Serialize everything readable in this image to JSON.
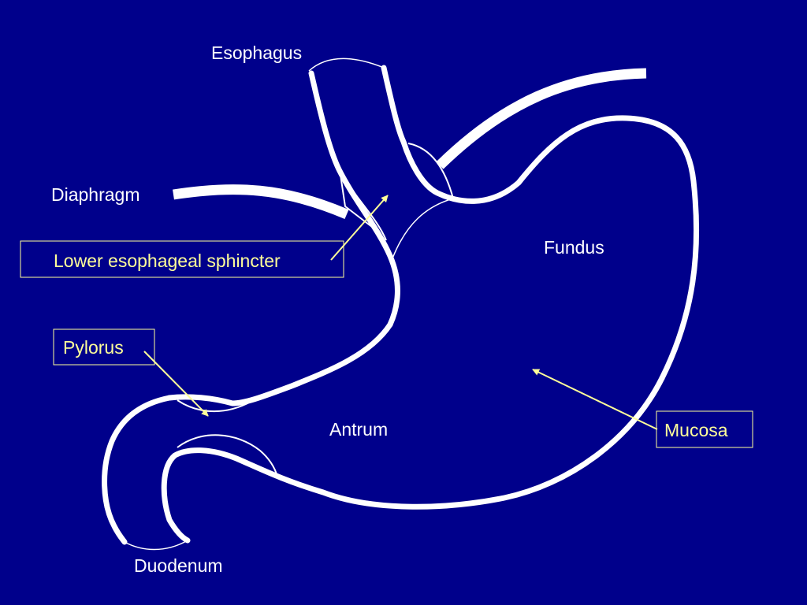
{
  "colors": {
    "background": "#00008b",
    "outline": "#ffffff",
    "callout": "#ffff99"
  },
  "labels": {
    "esophagus": "Esophagus",
    "diaphragm": "Diaphragm",
    "les": "Lower esophageal sphincter",
    "fundus": "Fundus",
    "pylorus": "Pylorus",
    "antrum": "Antrum",
    "mucosa": "Mucosa",
    "duodenum": "Duodenum"
  }
}
